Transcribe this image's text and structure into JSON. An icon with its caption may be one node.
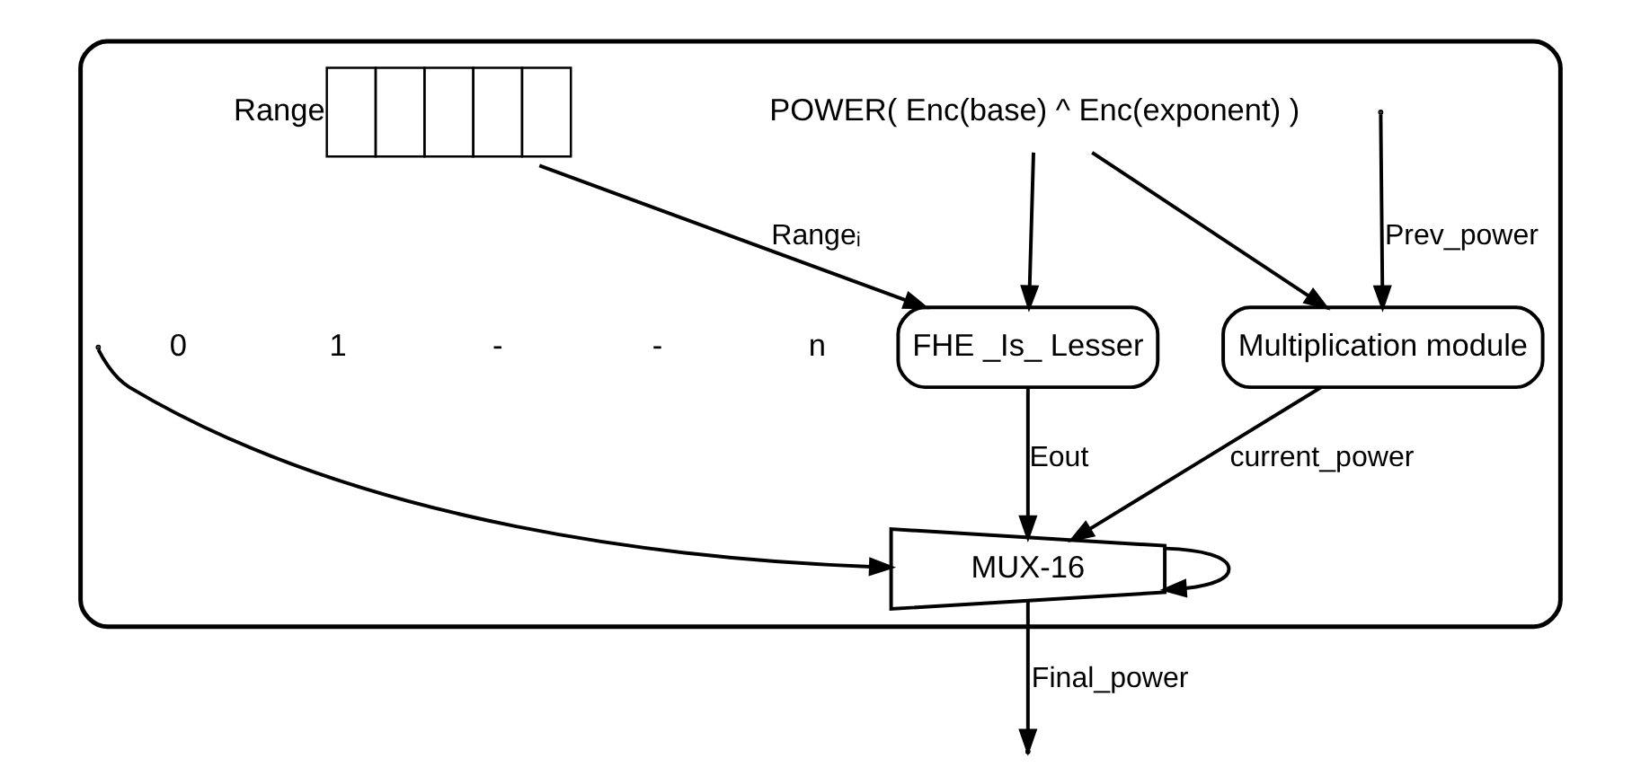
{
  "diagram": {
    "nodes": [
      {
        "text": [],
        "shape": "box"
      },
      {
        "text": [
          "POWER( Enc(base) ^ Enc(exponent) )"
        ],
        "in": 0
      },
      {
        "text": [
          "FHE _Is_ Lesser"
        ],
        "in": 0
      },
      {
        "text": [
          "MUX-16"
        ],
        "in": 0
      },
      {
        "text": [],
        "shape": "box",
        "beside": [
          "Range"
        ],
        "in": 0
      },
      {
        "text": [
          "Multiplication module"
        ],
        "in": 0
      }
    ],
    "edges": [
      {
        "from": 1,
        "to": 5,
        "arrow": "to"
      },
      {
        "from": 1,
        "to": 2,
        "arrow": "to"
      },
      {
        "from": 4,
        "to": 2,
        "arrow": "to",
        "label": "Rangeᵢ"
      },
      {
        "from": 2,
        "to": 3,
        "arrow": "to",
        "label": "Eout"
      },
      {
        "from": null,
        "to": 5,
        "arrow": "to",
        "label": "Prev_power"
      },
      {
        "from": null,
        "to": 3,
        "arrow": "to"
      },
      {
        "from": 5,
        "to": 3,
        "arrow": "to",
        "label": "current_power"
      },
      {
        "from": 3,
        "to": null,
        "arrow": "to",
        "label": "Final_power"
      },
      {
        "from": 3,
        "to": 3,
        "arrow": "to"
      }
    ],
    "labels": [
      "0",
      "1",
      "-",
      "-",
      "n"
    ]
  }
}
